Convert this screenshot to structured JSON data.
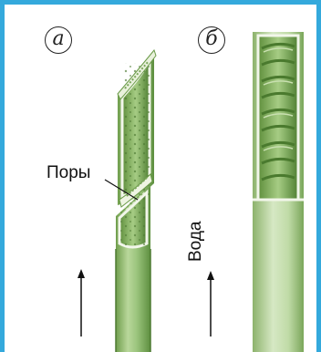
{
  "labels": {
    "panel_a": "а",
    "panel_b": "б",
    "pores": "Поры",
    "water": "Вода"
  },
  "colors": {
    "frame": "#34a9dc",
    "vessel_light": "#cfe3b8",
    "vessel_mid": "#9cc57e",
    "vessel_dark": "#5d8f3f",
    "wall": "#f2f6ea",
    "arrow": "#111111"
  }
}
